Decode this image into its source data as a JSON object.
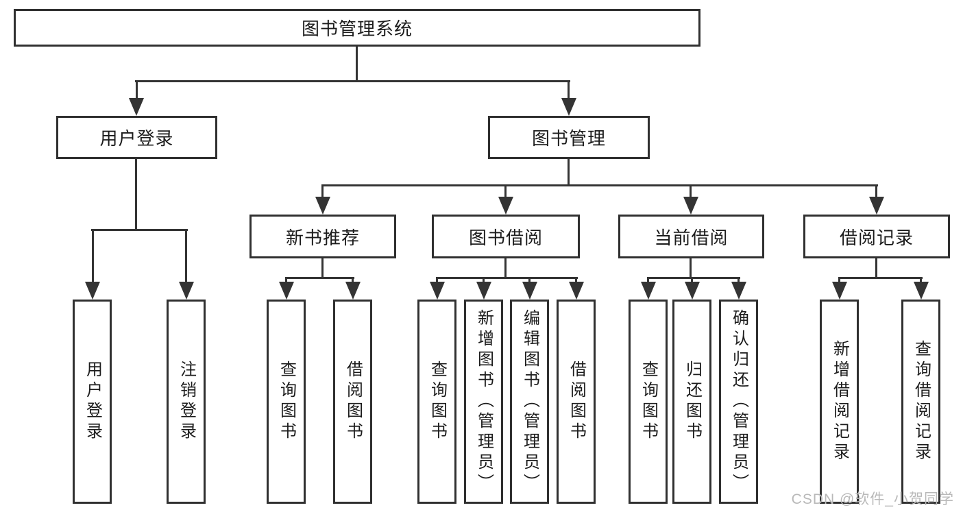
{
  "diagram": {
    "title": "图书管理系统",
    "root": {
      "label": "图书管理系统"
    },
    "branches": [
      {
        "label": "用户登录",
        "children": [
          {
            "label": "用户登录"
          },
          {
            "label": "注销登录"
          }
        ]
      },
      {
        "label": "图书管理",
        "children": [
          {
            "label": "新书推荐",
            "children": [
              {
                "label": "查询图书"
              },
              {
                "label": "借阅图书"
              }
            ]
          },
          {
            "label": "图书借阅",
            "children": [
              {
                "label": "查询图书"
              },
              {
                "label": "新增图书（管理员）"
              },
              {
                "label": "编辑图书（管理员）"
              },
              {
                "label": "借阅图书"
              }
            ]
          },
          {
            "label": "当前借阅",
            "children": [
              {
                "label": "查询图书"
              },
              {
                "label": "归还图书"
              },
              {
                "label": "确认归还（管理员）"
              }
            ]
          },
          {
            "label": "借阅记录",
            "children": [
              {
                "label": "新增借阅记录"
              },
              {
                "label": "查询借阅记录"
              }
            ]
          }
        ]
      }
    ]
  },
  "watermark": {
    "text": "CSDN @软件_小贺同学",
    "color": "#b9b9b9"
  },
  "colors": {
    "line": "#343434",
    "node_border": "#303030",
    "text": "#1c1c1c",
    "background": "#ffffff"
  }
}
